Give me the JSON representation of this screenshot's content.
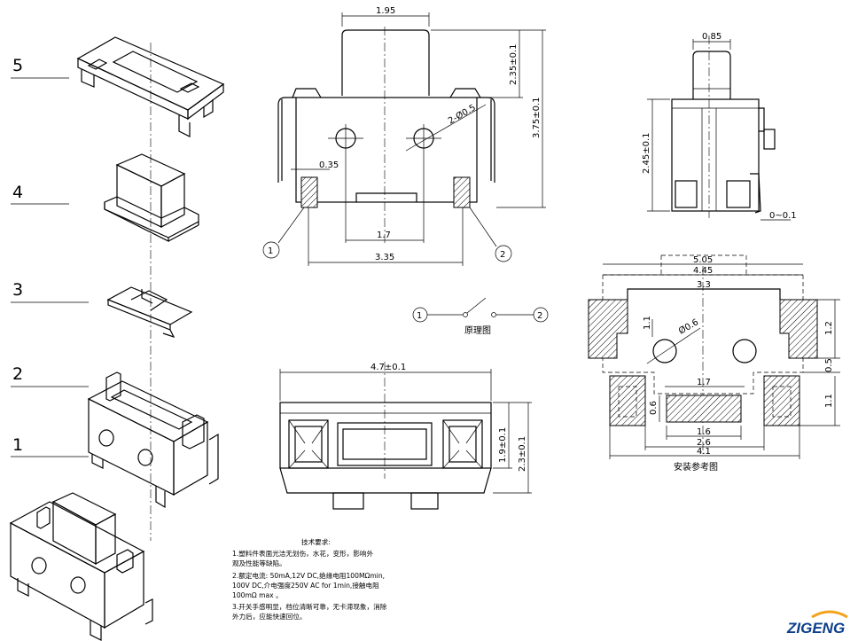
{
  "exploded_view": {
    "part_numbers": [
      "5",
      "4",
      "3",
      "2",
      "1"
    ]
  },
  "front_view": {
    "top_width": "1.95",
    "stem_height": "2.35±0.1",
    "total_height": "3.75±0.1",
    "post_hole": "2-Ø0.5",
    "pin_width": "0.35",
    "post_pitch": "1.7",
    "pin_span": "3.35",
    "terminal_1": "1",
    "terminal_2": "2"
  },
  "side_view": {
    "stem_width": "0.85",
    "height": "2.45±0.1",
    "pin_offset": "0~0.1"
  },
  "schematic": {
    "terminal_1": "1",
    "terminal_2": "2",
    "caption": "原理图"
  },
  "bottom_view": {
    "width": "4.7±0.1",
    "height_inner": "1.9±0.1",
    "height_outer": "2.3±0.1"
  },
  "footprint": {
    "dim_505": "5.05",
    "dim_445": "4.45",
    "dim_33": "3.3",
    "dim_11_left": "1.1",
    "hole": "Ø0.6",
    "dim_12": "1.2",
    "dim_05": "0.5",
    "dim_11_right": "1.1",
    "dim_17": "1.7",
    "dim_06": "0.6",
    "dim_16": "1.6",
    "dim_26": "2.6",
    "dim_41": "4.1",
    "caption": "安装参考图"
  },
  "tech_notes": {
    "title": "技术要求:",
    "lines": [
      "1.塑料件表面光洁无划伤，水花，变形，影响外",
      "  观及性能等缺陷。",
      "2.额定电流: 50mA,12V DC,绝缘电阻100MΩmin,",
      "  100V DC,介电强度250V AC for 1min,接触电阻",
      "  100mΩ max 。",
      "3.开关手感明显，档位清晰可靠，无卡滞现象，消除",
      "  外力后，应能快速回位。"
    ]
  },
  "logo": {
    "text": "ZIGENG",
    "color": "#0c3f8a",
    "accent": "#f3a21b"
  }
}
